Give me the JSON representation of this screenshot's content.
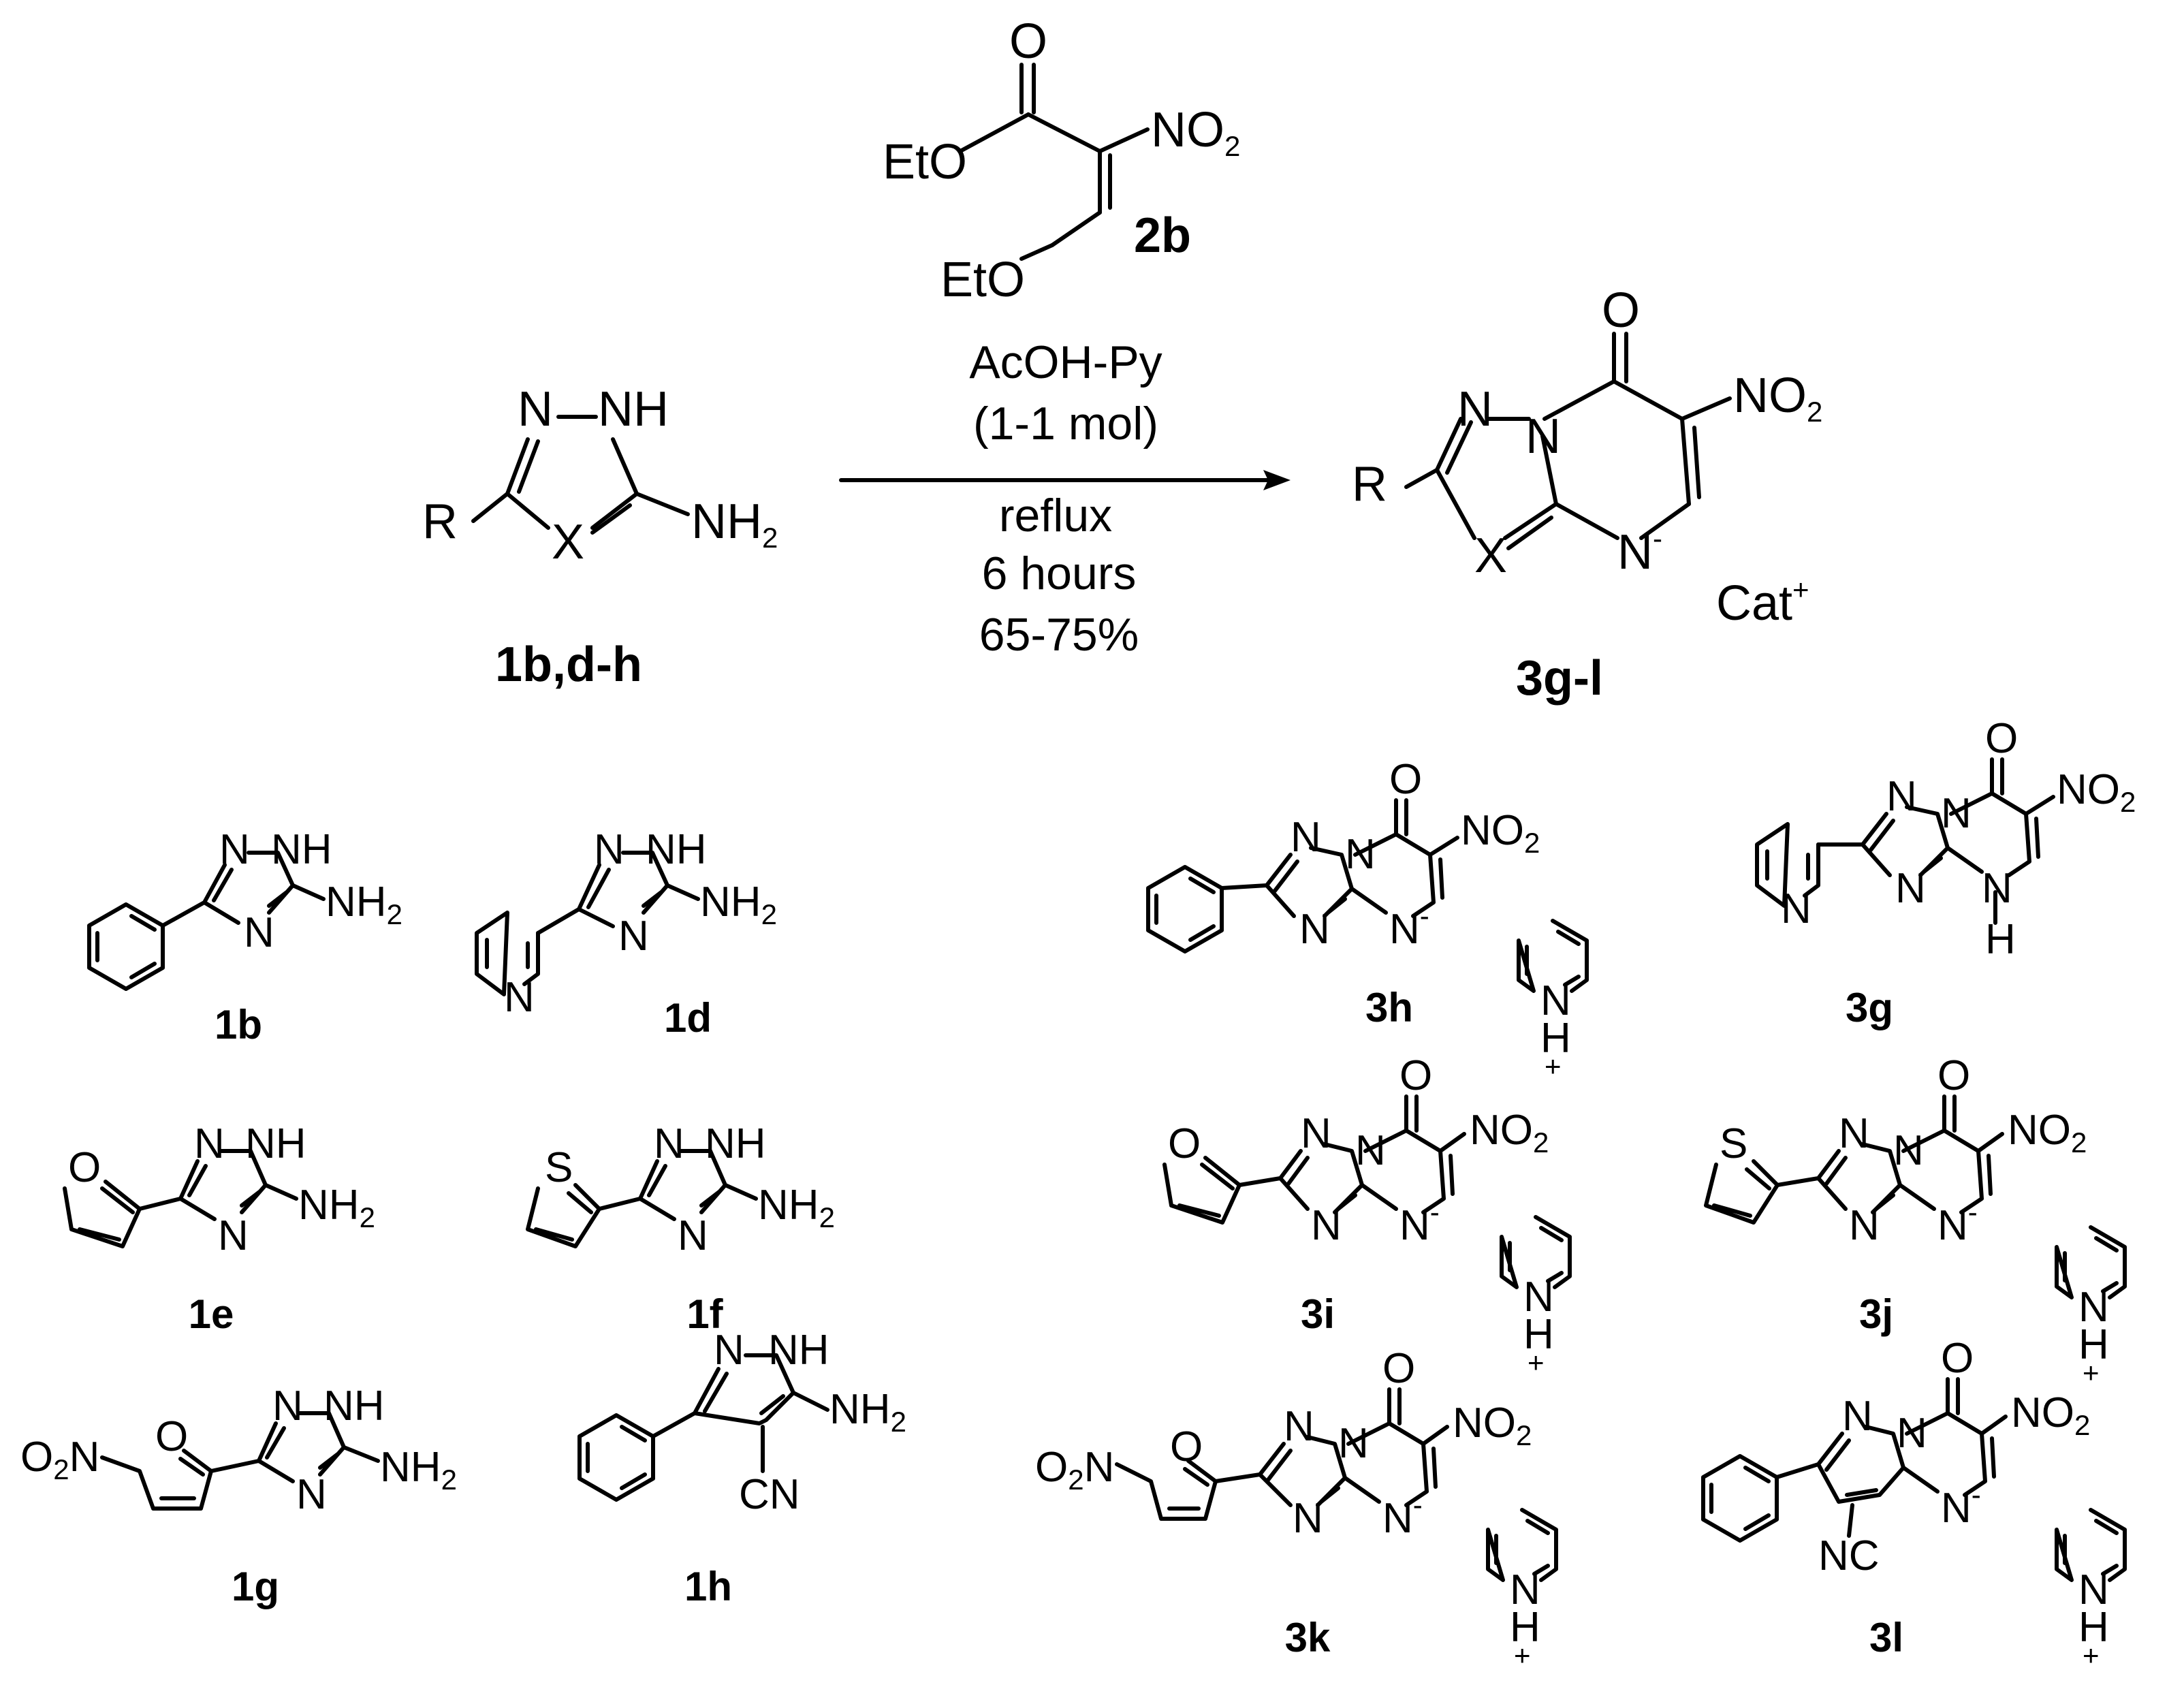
{
  "reagent": {
    "label": "2b",
    "ester_group": "EtO",
    "vinyl_ether_group": "EtO",
    "carbonyl_oxygen": "O",
    "nitro_group": "NO",
    "nitro_subscript": "2"
  },
  "conditions": {
    "line1": "AcOH-Py",
    "line2": "(1-1 mol)",
    "line3": "reflux",
    "line4": "6 hours",
    "line5": "65-75%"
  },
  "starting_material": {
    "label": "1b,d-h",
    "r_group": "R",
    "x_atom": "X",
    "n_atom": "N",
    "nh_group": "NH",
    "amine": "NH",
    "amine_subscript": "2"
  },
  "product": {
    "label": "3g-l",
    "r_group": "R",
    "x_atom": "X",
    "n_ring": "N",
    "n_bridge": "N",
    "n_anion": "N",
    "anion_charge": "-",
    "carbonyl_oxygen": "O",
    "nitro_group": "NO",
    "nitro_subscript": "2",
    "counterion": "Cat",
    "counterion_charge": "+"
  },
  "atoms": {
    "N": "N",
    "NH": "NH",
    "NH2": "NH",
    "sub2": "2",
    "O": "O",
    "S": "S",
    "CN": "CN",
    "NC": "NC",
    "H": "H",
    "NO2": "NO",
    "O2N": "O",
    "minus": "-",
    "plus": "+"
  },
  "compounds": {
    "c1b": "1b",
    "c1d": "1d",
    "c1e": "1e",
    "c1f": "1f",
    "c1g": "1g",
    "c1h": "1h",
    "c3h": "3h",
    "c3g": "3g",
    "c3i": "3i",
    "c3j": "3j",
    "c3k": "3k",
    "c3l": "3l"
  }
}
